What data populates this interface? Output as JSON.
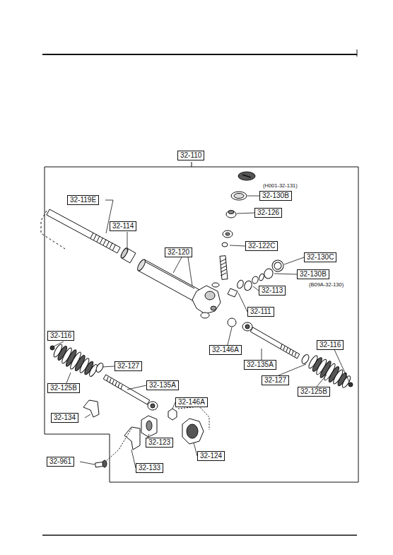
{
  "diagram": {
    "labels": [
      "32-110",
      "(H001-32-131)",
      "32-130B",
      "32-119E",
      "32-126",
      "32-114",
      "32-122C",
      "32-120",
      "32-130C",
      "32-130B",
      "(B09A-32-130)",
      "32-113",
      "32-111",
      "32-116",
      "32-146A",
      "32-116",
      "32-135A",
      "32-127",
      "32-135A",
      "32-127",
      "32-125B",
      "32-125B",
      "32-146A",
      "32-134",
      "32-123",
      "32-124",
      "32-961",
      "32-133"
    ]
  }
}
